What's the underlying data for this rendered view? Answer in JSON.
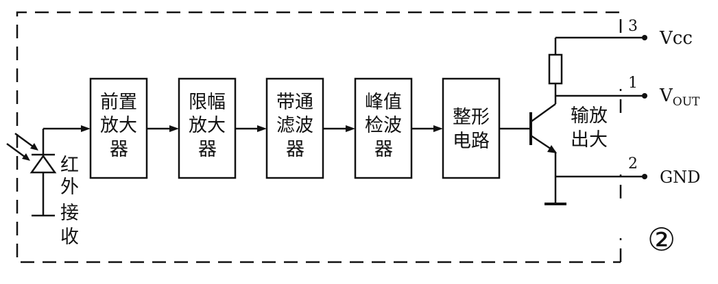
{
  "blocks": [
    {
      "id": "preamp",
      "lines": [
        "前置",
        "放大",
        "器"
      ]
    },
    {
      "id": "limiter",
      "lines": [
        "限幅",
        "放大",
        "器"
      ]
    },
    {
      "id": "bandpass",
      "lines": [
        "带通",
        "滤波",
        "器"
      ]
    },
    {
      "id": "peakdet",
      "lines": [
        "峰值",
        "检波",
        "器"
      ]
    },
    {
      "id": "shaper",
      "lines": [
        "整形",
        "电路"
      ]
    }
  ],
  "receiver_label": [
    "红",
    "外",
    "接",
    "收"
  ],
  "output_label": [
    "输放",
    "出大"
  ],
  "pins": {
    "vcc": {
      "number": "3",
      "name": "Vcc"
    },
    "vout": {
      "number": "1",
      "name_main": "V",
      "name_sub": "OUT"
    },
    "gnd": {
      "number": "2",
      "name": "GND"
    }
  },
  "figure_number": "②"
}
